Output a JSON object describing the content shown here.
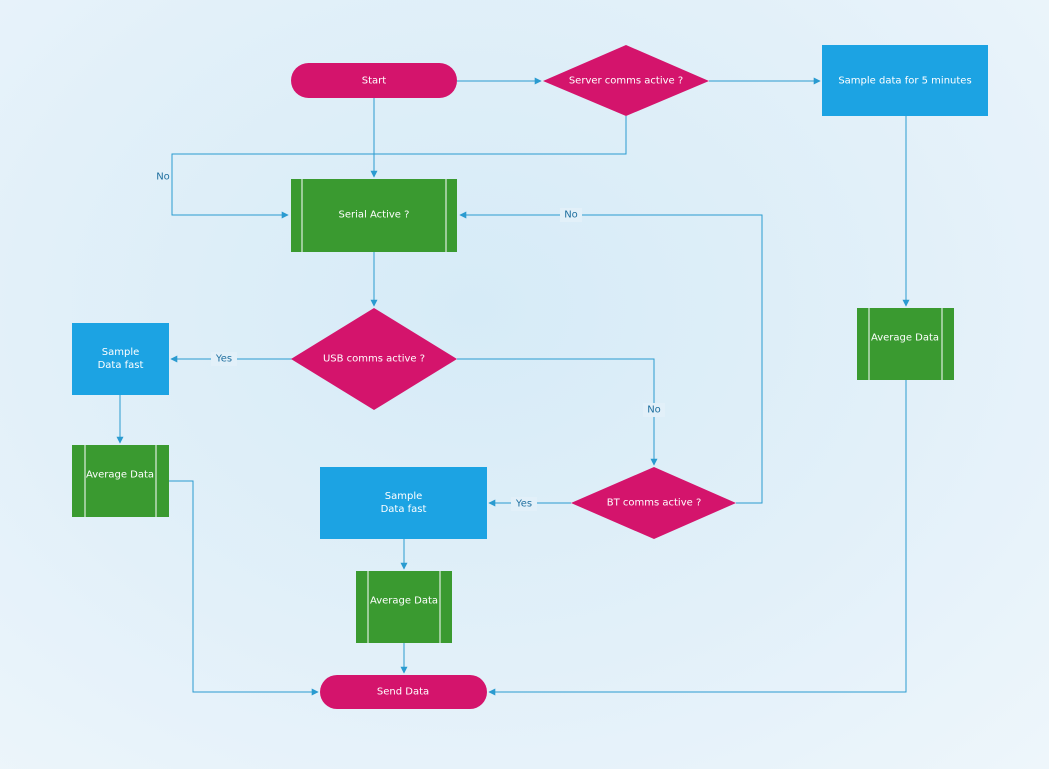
{
  "colors": {
    "terminal": "#d4146c",
    "decision": "#d4146c",
    "process": "#1ca3e3",
    "subprocess": "#3a9a30",
    "edge": "#2a9bd0"
  },
  "nodes": {
    "start": "Start",
    "server_check": "Server comms active ?",
    "sample_5min": "Sample data for 5 minutes",
    "serial_check": "Serial Active ?",
    "usb_check": "USB comms active ?",
    "sample_fast_left": "Sample Data fast",
    "average_left": "Average Data",
    "average_right": "Average Data",
    "bt_check": "BT comms active ?",
    "sample_fast_mid": "Sample Data fast",
    "average_mid": "Average Data",
    "send": "Send Data"
  },
  "edge_labels": {
    "server_no": "No",
    "bt_no": "No",
    "usb_yes": "Yes",
    "usb_no": "No",
    "bt_yes": "Yes"
  }
}
